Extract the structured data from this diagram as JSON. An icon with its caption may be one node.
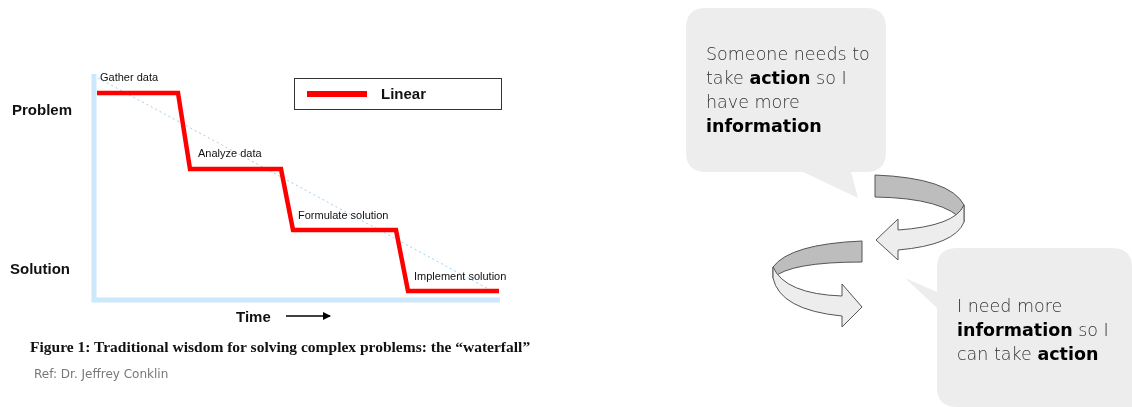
{
  "diagram": {
    "caption": "Figure 1: Traditional wisdom for solving complex problems:  the “waterfall”",
    "nodes": [
      {
        "text": [
          "Someone needs to take **action** so I have more **information**"
        ]
      },
      {
        "text": [
          "I need more **information** so I can take **action**"
        ]
      }
    ],
    "labels": [
      "Gather data",
      "Problem",
      "Analyze data",
      "Formulate solution",
      "Solution",
      "Implement solution",
      "Time",
      "Ref: Dr. Jeffrey Conklin"
    ],
    "legend": [
      {
        "text": "Linear"
      }
    ]
  }
}
